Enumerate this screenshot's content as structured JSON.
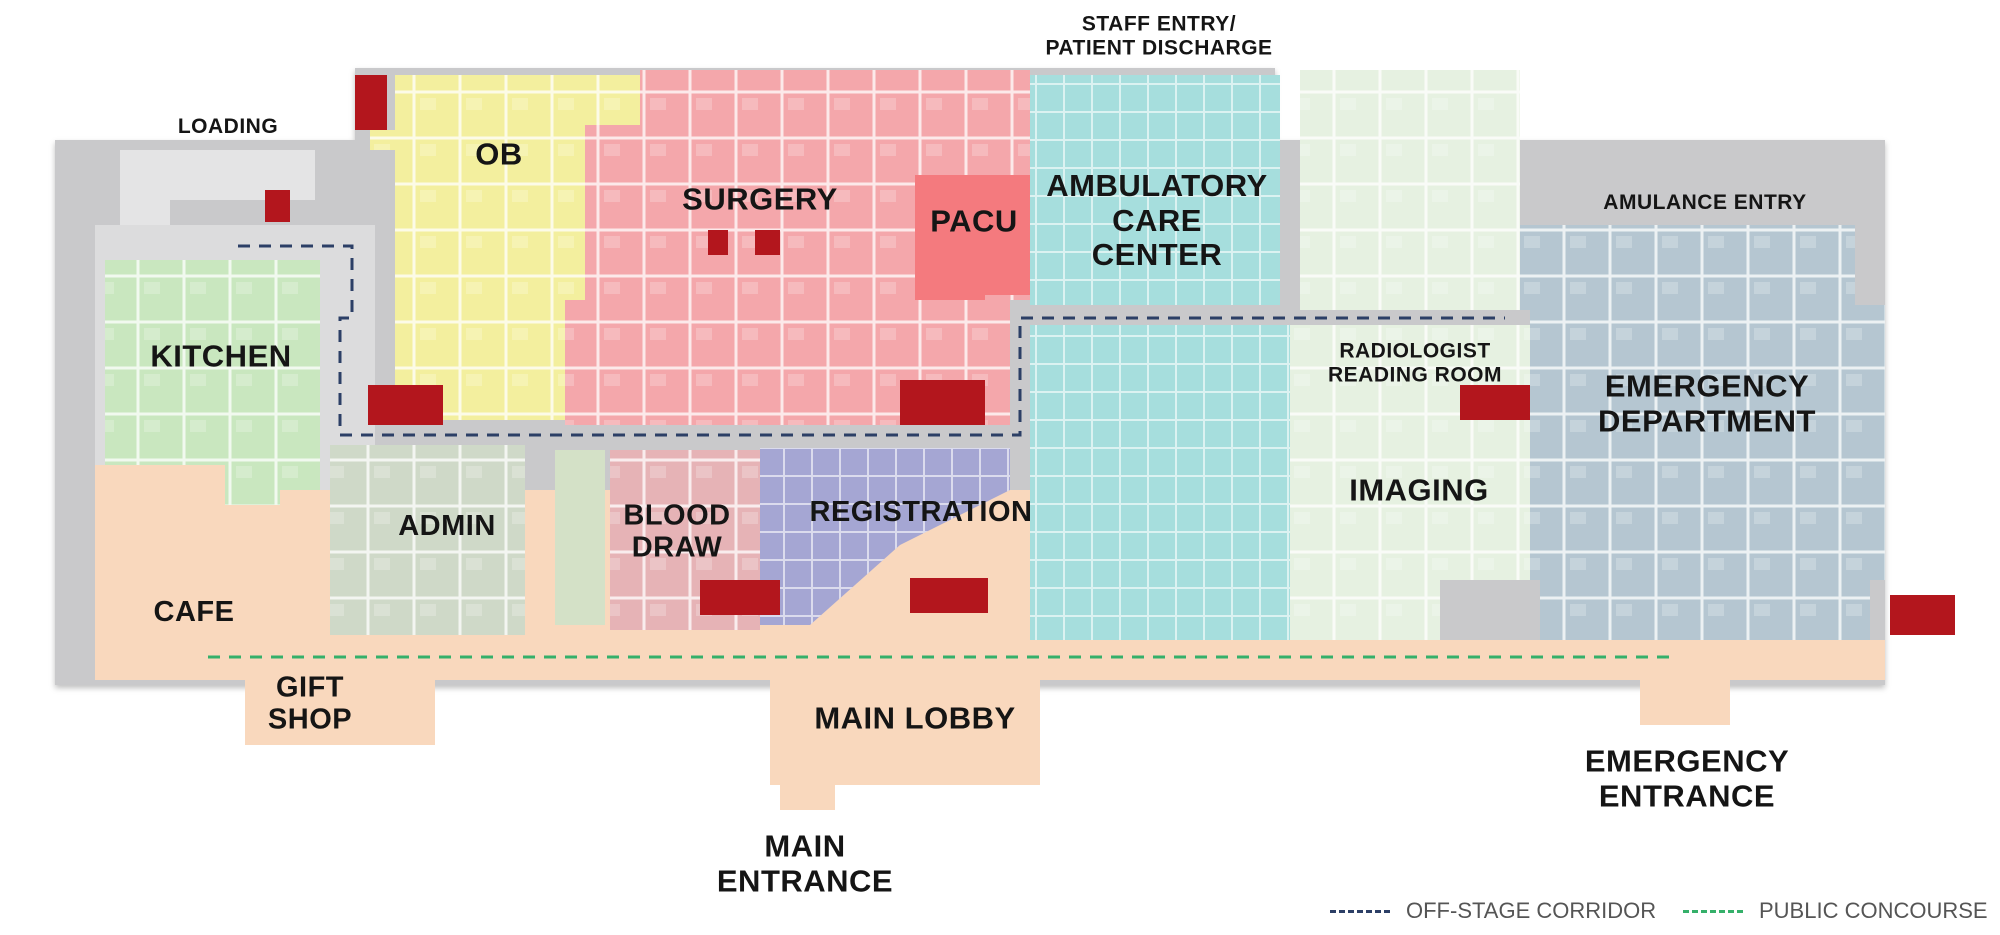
{
  "colors": {
    "ob": "#f3ef9e",
    "surgery": "#f4a7ab",
    "pacu": "#f47a7e",
    "ambulatory": "#a6dedd",
    "imaging": "#e6f1e1",
    "emergency": "#b5c6d1",
    "kitchen": "#c9e7bf",
    "admin": "#cfd9c8",
    "blood_draw": "#e6b3b6",
    "registration": "#a5a6d3",
    "public": "#f9d8bd",
    "service": "#dcdcdd",
    "accent_red": "#b3161d",
    "off_stage_line": "#2c3f66",
    "public_line": "#35b06a"
  },
  "departments": {
    "ob": "OB",
    "surgery": "SURGERY",
    "pacu": "PACU",
    "ambulatory": [
      "AMBULATORY",
      "CARE",
      "CENTER"
    ],
    "kitchen": "KITCHEN",
    "radiologist": [
      "RADIOLOGIST",
      "READING ROOM"
    ],
    "emergency": [
      "EMERGENCY",
      "DEPARTMENT"
    ],
    "admin": "ADMIN",
    "blood_draw": [
      "BLOOD",
      "DRAW"
    ],
    "registration": "REGISTRATION",
    "imaging": "IMAGING",
    "cafe": "CAFE",
    "gift_shop": [
      "GIFT",
      "SHOP"
    ],
    "main_lobby": "MAIN LOBBY"
  },
  "entrances": {
    "loading": "LOADING",
    "staff_entry": [
      "STAFF ENTRY/",
      "PATIENT DISCHARGE"
    ],
    "ambulance_entry": "AMULANCE ENTRY",
    "main_entrance": [
      "MAIN",
      "ENTRANCE"
    ],
    "emergency_entrance": [
      "EMERGENCY",
      "ENTRANCE"
    ]
  },
  "legend": {
    "off_stage": "OFF-STAGE CORRIDOR",
    "public_concourse": "PUBLIC CONCOURSE"
  }
}
